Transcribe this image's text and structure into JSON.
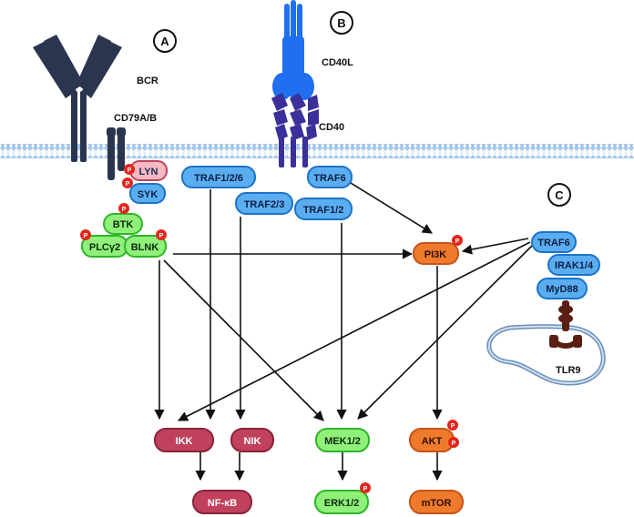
{
  "panels": {
    "a": "A",
    "b": "B",
    "c": "C"
  },
  "receptors": {
    "bcr": "BCR",
    "cd79": "CD79A/B",
    "cd40l": "CD40L",
    "cd40": "CD40",
    "tlr9": "TLR9"
  },
  "phospho": "P",
  "nodes": {
    "lyn": "LYN",
    "syk": "SYK",
    "btk": "BTK",
    "plcg2": "PLCγ2",
    "blnk": "BLNK",
    "traf126": "TRAF1/2/6",
    "traf23": "TRAF2/3",
    "traf6_b": "TRAF6",
    "traf12": "TRAF1/2",
    "pi3k": "PI3K",
    "traf6_c": "TRAF6",
    "irak14": "IRAK1/4",
    "myd88": "MyD88",
    "ikk": "IKK",
    "nik": "NIK",
    "mek12": "MEK1/2",
    "akt": "AKT",
    "nfkb": "NF-κB",
    "erk12": "ERK1/2",
    "mtor": "mTOR"
  },
  "colors": {
    "blue_fill": "#5aaef0",
    "blue_stroke": "#1a73c9",
    "green_fill": "#8ff07a",
    "green_stroke": "#2fb52a",
    "orange_fill": "#f07a2c",
    "orange_stroke": "#c4541a",
    "maroon_fill": "#c0415c",
    "maroon_stroke": "#8a2238",
    "pink_fill": "#f6b9c3",
    "phospho_red": "#e3261d",
    "receptor_dark": "#2a3550",
    "cd40l_blue": "#1f6ff0",
    "cd40_purple": "#3b2f9a",
    "tlr9_brown": "#5a1f12",
    "membrane": "#8fb8e6"
  }
}
